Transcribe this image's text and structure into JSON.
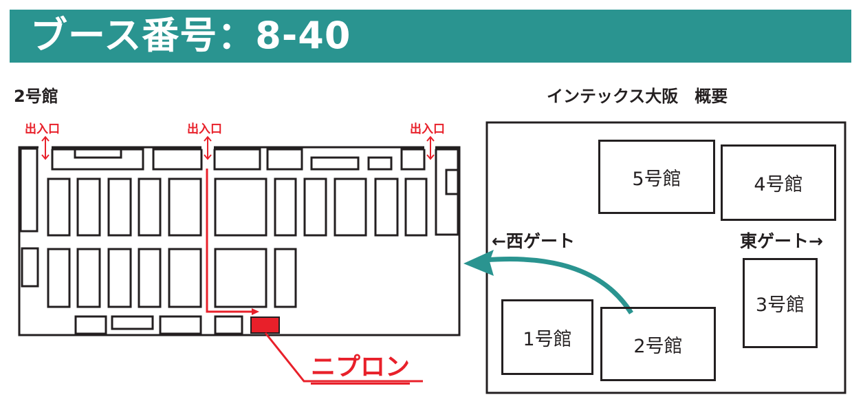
{
  "header": {
    "title": "ブース番号：8-40"
  },
  "hall_map": {
    "label": "2号館",
    "exits": [
      "出入口",
      "出入口",
      "出入口"
    ],
    "booth_name": "ニプロン",
    "colors": {
      "route": "#e8202a",
      "booth": "#e8202a",
      "walls": "#231f20"
    }
  },
  "overview": {
    "title": "インテックス大阪　概要",
    "west_gate": "←西ゲート",
    "east_gate": "東ゲート→",
    "buildings": [
      "1号館",
      "2号館",
      "3号館",
      "4号館",
      "5号館"
    ],
    "arrow_color": "#2a9490"
  }
}
